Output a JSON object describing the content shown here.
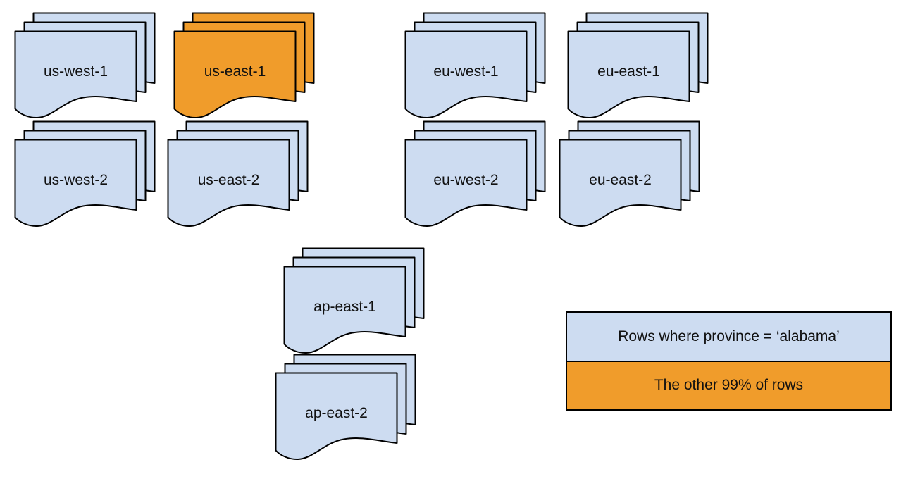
{
  "regions": [
    {
      "label": "us-west-1",
      "highlighted": false
    },
    {
      "label": "us-east-1",
      "highlighted": true
    },
    {
      "label": "eu-west-1",
      "highlighted": false
    },
    {
      "label": "eu-east-1",
      "highlighted": false
    },
    {
      "label": "us-west-2",
      "highlighted": false
    },
    {
      "label": "us-east-2",
      "highlighted": false
    },
    {
      "label": "eu-west-2",
      "highlighted": false
    },
    {
      "label": "eu-east-2",
      "highlighted": false
    },
    {
      "label": "ap-east-1",
      "highlighted": false
    },
    {
      "label": "ap-east-2",
      "highlighted": false
    }
  ],
  "legend": {
    "items": [
      {
        "label": "Rows where province = ‘alabama’",
        "color": "#cddcf1"
      },
      {
        "label": "The other 99% of rows",
        "color": "#f09c2b"
      }
    ]
  },
  "colors": {
    "region_default": "#cddcf1",
    "region_highlighted": "#f09c2b",
    "stroke": "#000000"
  }
}
